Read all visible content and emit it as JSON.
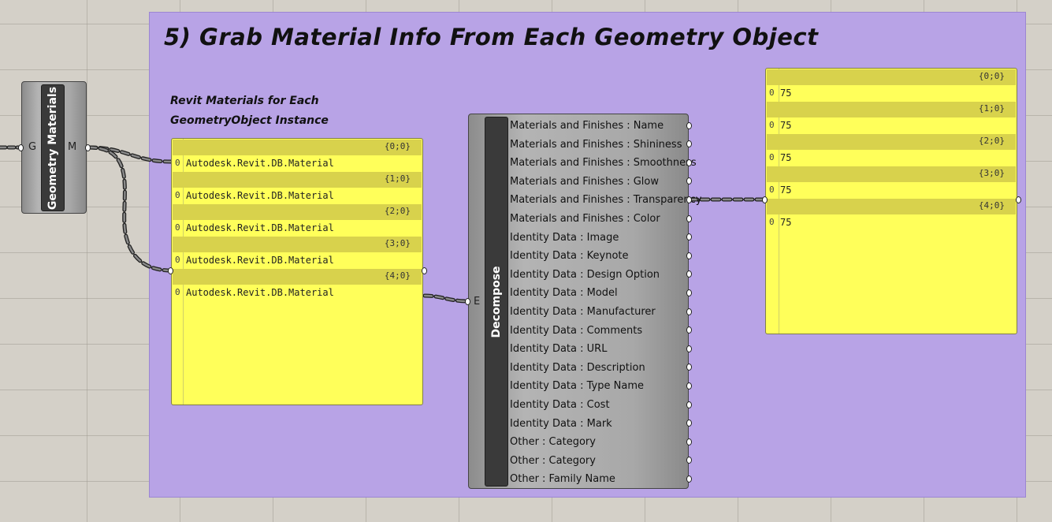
{
  "group": {
    "title": "5) Grab Material Info From Each Geometry Object",
    "color": "#b8a3e6"
  },
  "label": {
    "line1": "Revit Materials for Each",
    "line2": "GeometryObject Instance"
  },
  "geometry_component": {
    "name": "Geometry Materials",
    "input": "G",
    "output": "M"
  },
  "materials_panel": {
    "branches": [
      {
        "path": "{0;0}",
        "index": "0",
        "value": "Autodesk.Revit.DB.Material"
      },
      {
        "path": "{1;0}",
        "index": "0",
        "value": "Autodesk.Revit.DB.Material"
      },
      {
        "path": "{2;0}",
        "index": "0",
        "value": "Autodesk.Revit.DB.Material"
      },
      {
        "path": "{3;0}",
        "index": "0",
        "value": "Autodesk.Revit.DB.Material"
      },
      {
        "path": "{4;0}",
        "index": "0",
        "value": "Autodesk.Revit.DB.Material"
      }
    ]
  },
  "decompose_component": {
    "name": "Decompose",
    "input": "E",
    "outputs": [
      "Materials and Finishes : Name",
      "Materials and Finishes : Shininess",
      "Materials and Finishes : Smoothness",
      "Materials and Finishes : Glow",
      "Materials and Finishes : Transparency",
      "Materials and Finishes : Color",
      "Identity Data : Image",
      "Identity Data : Keynote",
      "Identity Data : Design Option",
      "Identity Data : Model",
      "Identity Data : Manufacturer",
      "Identity Data : Comments",
      "Identity Data : URL",
      "Identity Data : Description",
      "Identity Data : Type Name",
      "Identity Data : Cost",
      "Identity Data : Mark",
      "Other : Category",
      "Other : Category",
      "Other : Family Name"
    ]
  },
  "transparency_panel": {
    "branches": [
      {
        "path": "{0;0}",
        "index": "0",
        "value": "75"
      },
      {
        "path": "{1;0}",
        "index": "0",
        "value": "75"
      },
      {
        "path": "{2;0}",
        "index": "0",
        "value": "75"
      },
      {
        "path": "{3;0}",
        "index": "0",
        "value": "75"
      },
      {
        "path": "{4;0}",
        "index": "0",
        "value": "75"
      }
    ]
  },
  "colors": {
    "canvas": "#d4d0c8",
    "panel": "#ffff5a",
    "panel_branch": "#d8d24c",
    "component_bar": "#3a3a3a"
  }
}
